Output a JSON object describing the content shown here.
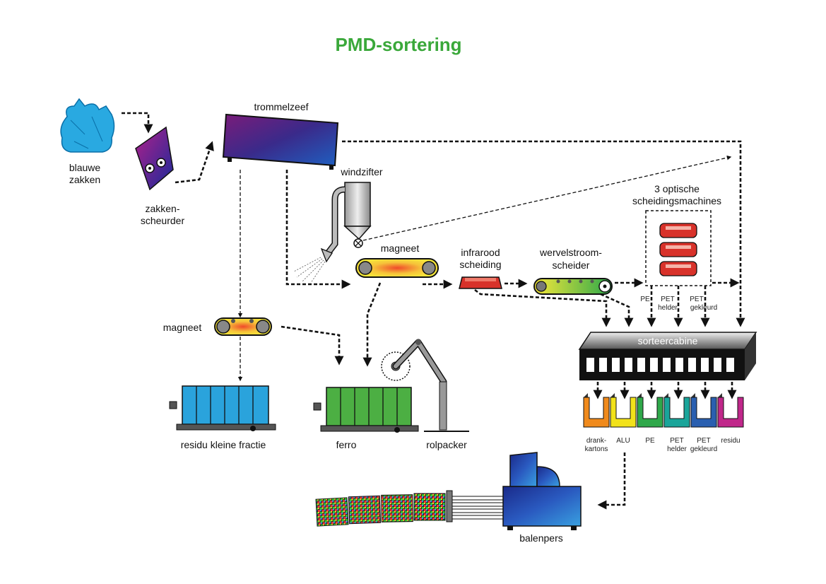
{
  "title": "PMD-sortering",
  "labels": {
    "blauwe_zakken": [
      "blauwe",
      "zakken"
    ],
    "zakkenscheurder": [
      "zakken-",
      "scheurder"
    ],
    "trommelzeef": "trommelzeef",
    "windzifter": "windzifter",
    "magneet_top": "magneet",
    "magneet_left": "magneet",
    "infrarood": [
      "infrarood",
      "scheiding"
    ],
    "wervelstroom": [
      "wervelstroom-",
      "scheider"
    ],
    "optisch": [
      "3 optische",
      "scheidingsmachines"
    ],
    "sorteercabine": "sorteercabine",
    "residu_klein": "residu kleine fractie",
    "ferro": "ferro",
    "rolpacker": "rolpacker",
    "balenpers": "balenpers"
  },
  "optical_outputs": [
    [
      "PE"
    ],
    [
      "PET",
      "helder"
    ],
    [
      "PET",
      "gekleurd"
    ]
  ],
  "bins": [
    {
      "label": [
        "drank-",
        "kartons"
      ],
      "color": "#f08a1c"
    },
    {
      "label": [
        "ALU"
      ],
      "color": "#f2e21a"
    },
    {
      "label": [
        "PE"
      ],
      "color": "#2fa84a"
    },
    {
      "label": [
        "PET",
        "helder"
      ],
      "color": "#1aa59a"
    },
    {
      "label": [
        "PET",
        "gekleurd"
      ],
      "color": "#2a5fb0"
    },
    {
      "label": [
        "residu"
      ],
      "color": "#c0278a"
    }
  ],
  "colors": {
    "title": "#3aa83a",
    "blue_bags": "#29a9e1",
    "residu_container": "#2aa3dc",
    "ferro_container": "#4caf43"
  }
}
